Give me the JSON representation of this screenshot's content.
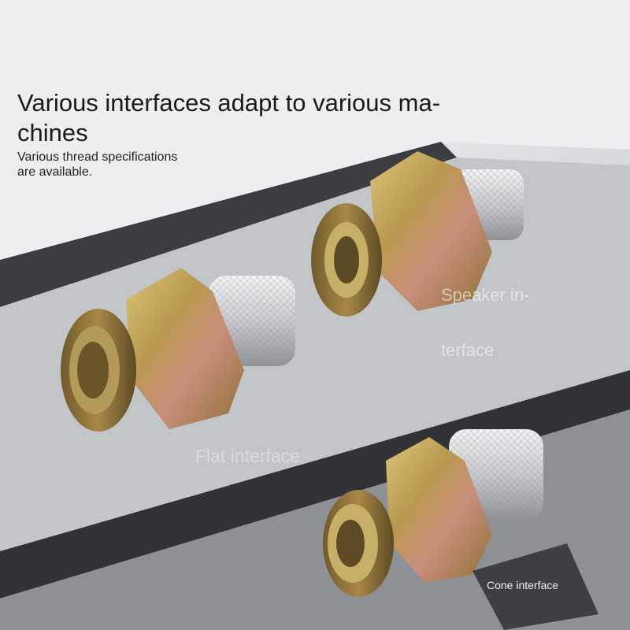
{
  "headline": {
    "line1": "Various interfaces adapt to various ma-",
    "line2": "chines"
  },
  "subline": {
    "line1": "Various thread specifications",
    "line2": "are available."
  },
  "labels": {
    "speaker_line1": "Speaker in-",
    "speaker_line2": "terface",
    "flat": "Flat interface",
    "cone": "Cone interface"
  },
  "colors": {
    "brass_light": "#c9b46a",
    "brass_mid": "#b08f4a",
    "brass_pink": "#c98a7a",
    "steel": "#d4d6d8",
    "shelf_dark": "#3a3c40"
  }
}
